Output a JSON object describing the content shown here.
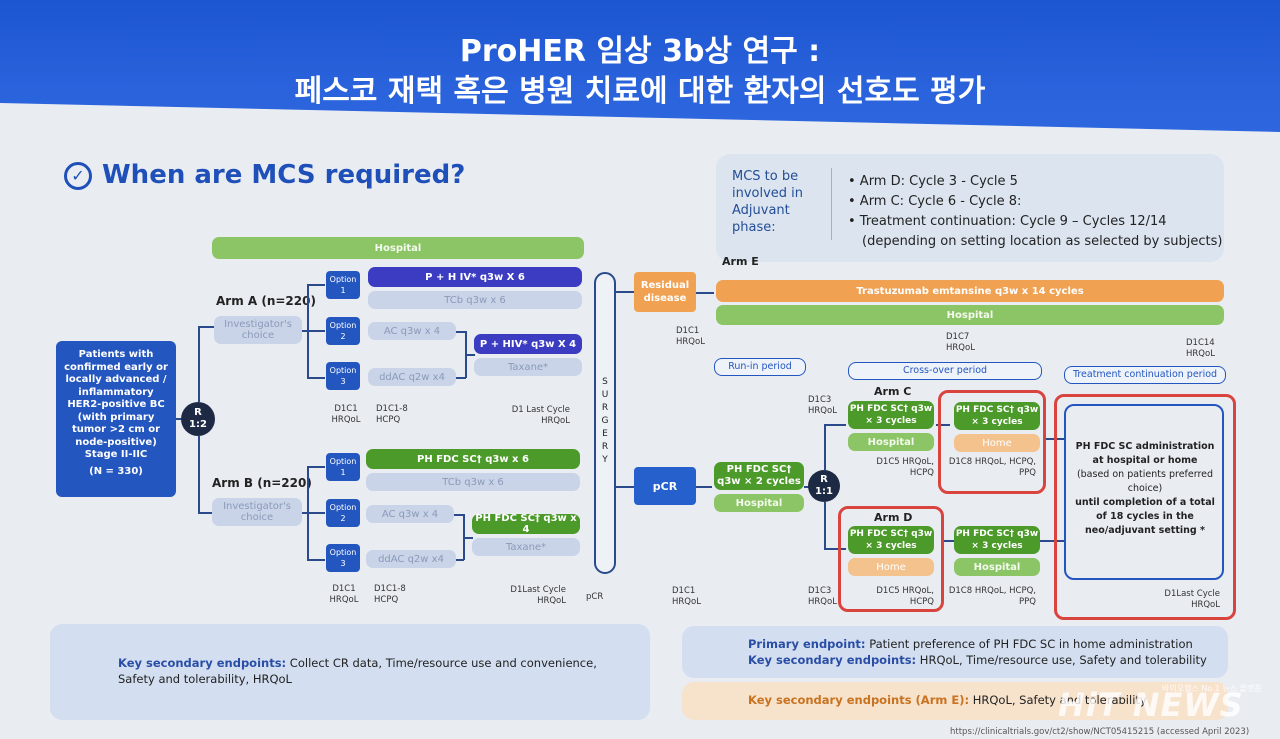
{
  "title": {
    "line1": "ProHER 임상 3b상 연구 :",
    "line2": "페스코 재택 혹은 병원 치료에 대한 환자의 선호도 평가"
  },
  "heading": {
    "check": "✓",
    "text": "When are MCS required?"
  },
  "mcs": {
    "label": "MCS to be involved in Adjuvant phase:",
    "items": [
      "• Arm D: Cycle 3 - Cycle 5",
      "• Arm C: Cycle 6 - Cycle 8:",
      "• Treatment continuation: Cycle 9 – Cycles 12/14",
      "(depending on setting location as selected by subjects)"
    ]
  },
  "patients": "Patients with confirmed early or locally advanced / inflammatory HER2-positive BC (with primary tumor >2 cm or node-positive) Stage II-IIC",
  "patients_n": "(N = 330)",
  "randomize1": {
    "r": "R",
    "ratio": "1:2"
  },
  "hospital_top": "Hospital",
  "armA": {
    "label": "Arm A (n=220)",
    "choice": "Investigator's choice"
  },
  "armB": {
    "label": "Arm B (n=220)",
    "choice": "Investigator's choice"
  },
  "options": {
    "o1": "Option 1",
    "o2": "Option 2",
    "o3": "Option 3"
  },
  "armA_regimens": {
    "r1": "P + H IV* q3w X 6",
    "r2": "TCb q3w x 6",
    "r3": "AC q3w x 4",
    "r4": "ddAC q2w x4",
    "r5": "P + HIV* q3w X 4",
    "r6": "Taxane*"
  },
  "armB_regimens": {
    "r1": "PH FDC SC† q3w x 6",
    "r2": "TCb q3w x 6",
    "r3": "AC q3w x 4",
    "r4": "ddAC q2w x4",
    "r5": "PH FDC SC† q3w x 4",
    "r6": "Taxane*"
  },
  "timepoints": {
    "a1": "D1C1 HRQoL",
    "a2": "D1C1-8 HCPQ",
    "a3": "D1 Last Cycle HRQoL",
    "b1": "D1C1 HRQoL",
    "b2": "D1C1-8 HCPQ",
    "b3": "D1Last Cycle HRQoL",
    "pcr": "pCR"
  },
  "surgery": "SURGERY",
  "residual": "Residual disease",
  "pcr_box": "pCR",
  "armE": {
    "label": "Arm E",
    "drug": "Trastuzumab emtansine q3w x 14 cycles",
    "hospital": "Hospital",
    "t1": "D1C1 HRQoL",
    "t2": "D1C7 HRQoL",
    "t3": "D1C14 HRQoL"
  },
  "periods": {
    "runin": "Run-in period",
    "cross": "Cross-over period",
    "cont": "Treatment continuation period"
  },
  "runin": {
    "drug": "PH FDC SC† q3w × 2 cycles",
    "place": "Hospital",
    "t": "D1C1 HRQoL"
  },
  "randomize2": {
    "r": "R",
    "ratio": "1:1"
  },
  "armC": {
    "label": "Arm C",
    "drug1": "PH FDC SC† q3w × 3 cycles",
    "place1": "Hospital",
    "drug2": "PH FDC SC† q3w × 3 cycles",
    "place2": "Home",
    "t0": "D1C3 HRQoL",
    "t1": "D1C5 HRQoL, HCPQ",
    "t2": "D1C8 HRQoL, HCPQ, PPQ"
  },
  "armD": {
    "label": "Arm D",
    "drug1": "PH FDC SC† q3w × 3 cycles",
    "place1": "Home",
    "drug2": "PH FDC SC† q3w × 3 cycles",
    "place2": "Hospital",
    "t0": "D1C3 HRQoL",
    "t1": "D1C5 HRQoL, HCPQ",
    "t2": "D1C8 HRQoL, HCPQ, PPQ"
  },
  "continuation": {
    "text1": "PH FDC SC administration at hospital or home",
    "text2": "(based on patients preferred choice)",
    "text3": "until completion of a total of 18 cycles in the neo/adjuvant setting *",
    "t": "D1Last Cycle HRQoL"
  },
  "endpoints": {
    "left_label": "Key secondary endpoints:",
    "left_text": " Collect CR data, Time/resource use and convenience, Safety and tolerability, HRQoL",
    "primary_label": "Primary endpoint:",
    "primary_text": " Patient preference of PH FDC SC in home administration",
    "key_label": "Key secondary endpoints:",
    "key_text": " HRQoL, Time/resource use, Safety and tolerability",
    "armE_label": "Key secondary endpoints (Arm E):",
    "armE_text": " HRQoL, Safety and tolerability"
  },
  "citation": "https://clinicaltrials.gov/ct2/show/NCT05415215 (accessed April 2023)",
  "watermark": {
    "top": "바이오헬스 No.1 뉴스 플랫폼",
    "logo": "HiT NEWS"
  },
  "colors": {
    "banner": "#2a63dc",
    "accent": "#1f4fb8",
    "red": "#d9443f",
    "green": "#8cc565",
    "orange": "#f0a152"
  }
}
